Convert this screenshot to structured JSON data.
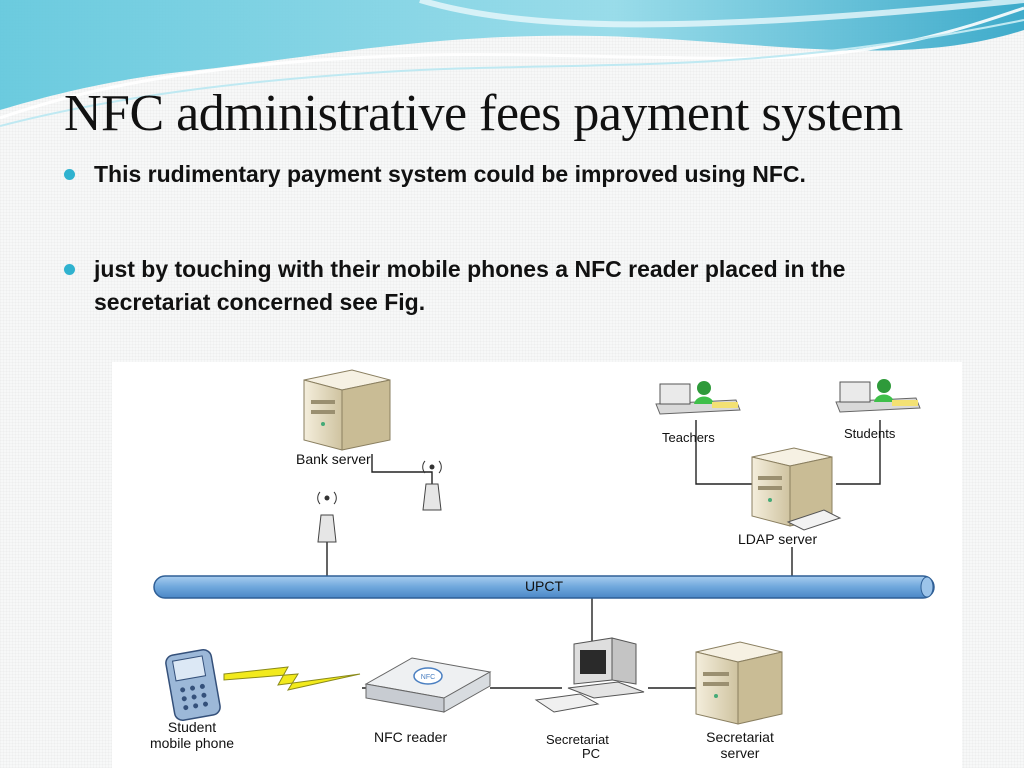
{
  "slide": {
    "title": "NFC administrative fees payment system",
    "bullets": [
      "This rudimentary payment system could be improved using NFC.",
      "just by touching with their mobile phones a NFC reader placed in the secretariat concerned see Fig."
    ]
  },
  "diagram": {
    "network_label": "UPCT",
    "bank_server": "Bank server",
    "teachers": "Teachers",
    "students": "Students",
    "ldap_server": "LDAP server",
    "student_phone_line1": "Student",
    "student_phone_line2": "mobile phone",
    "nfc_reader": "NFC reader",
    "nfc_badge": "NFC",
    "secretariat_pc_line1": "Secretariat",
    "secretariat_pc_line2": "PC",
    "secretariat_server_line1": "Secretariat",
    "secretariat_server_line2": "server"
  },
  "colors": {
    "accent": "#2fb2cf",
    "bus_fill": "#7fb3e0",
    "server_beige": "#e8dfc6",
    "lightning": "#f2ea1c"
  }
}
